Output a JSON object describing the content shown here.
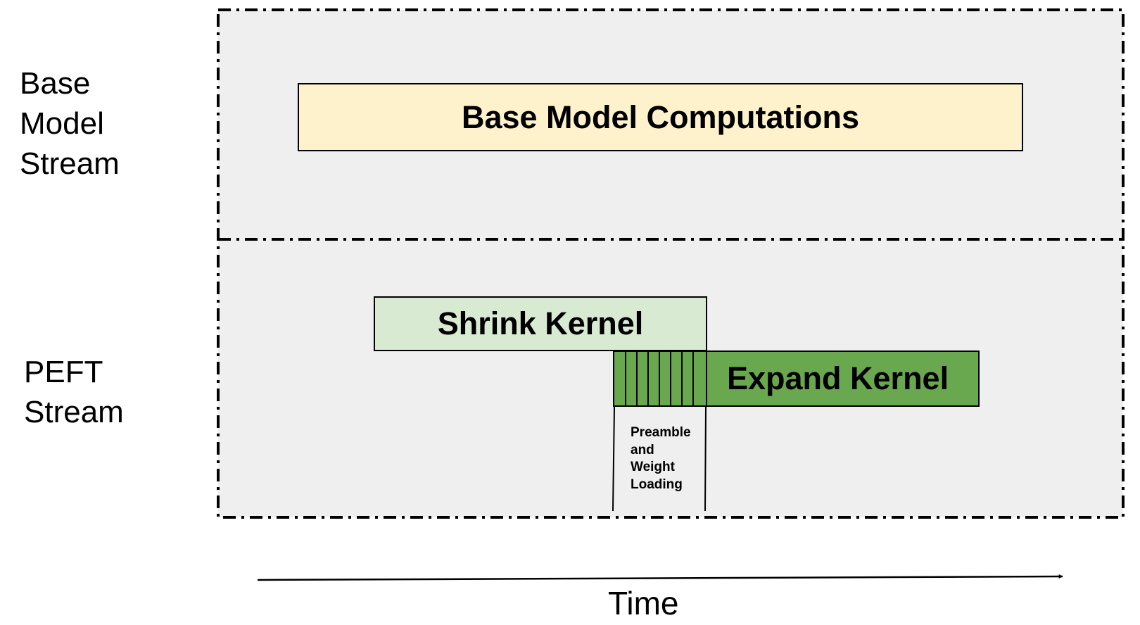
{
  "streams": {
    "base_label": "Base\nModel\nStream",
    "peft_label": "PEFT\nStream"
  },
  "kernels": {
    "base_model": "Base Model Computations",
    "shrink": "Shrink Kernel",
    "expand": "Expand Kernel",
    "preamble": "Preamble\nand\nWeight\nLoading"
  },
  "axis": {
    "time_label": "Time"
  },
  "colors": {
    "panel_bg": "#efefef",
    "base_box": "#fdf2cc",
    "shrink_box": "#d9ead3",
    "expand_box": "#6aa84f"
  }
}
